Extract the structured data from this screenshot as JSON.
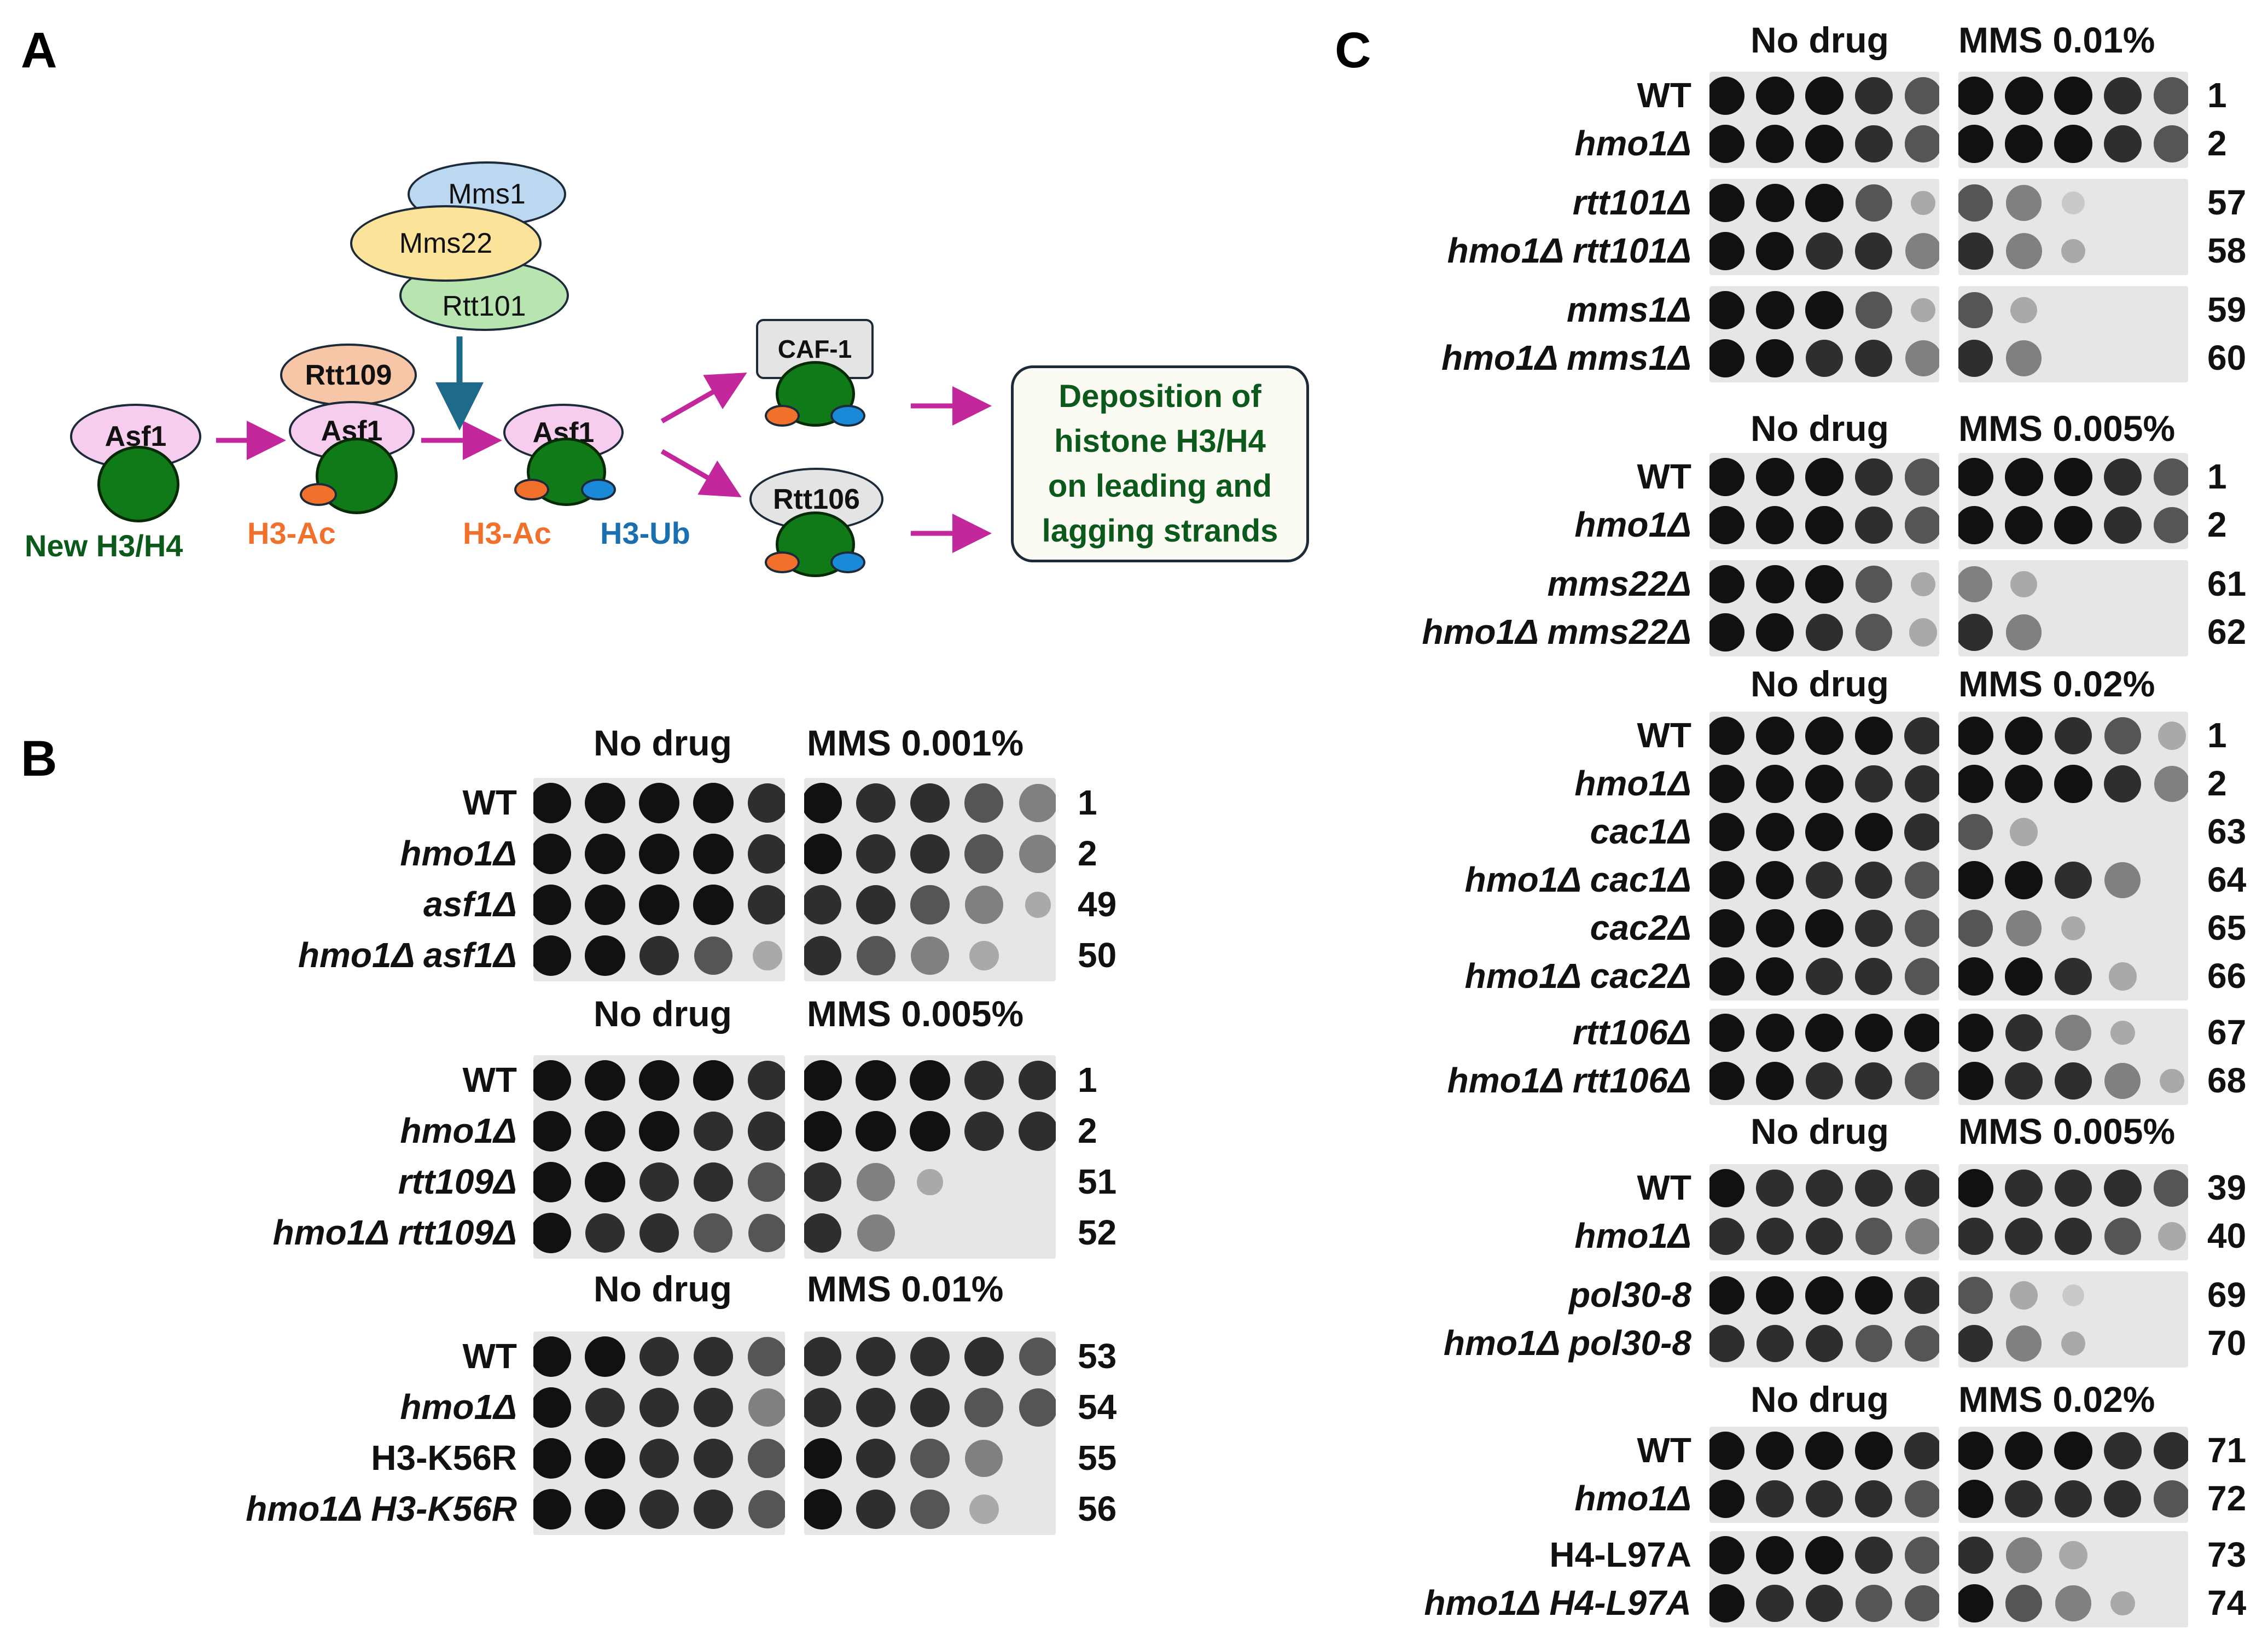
{
  "panels": {
    "a": {
      "label": "A",
      "mms1": "Mms1",
      "mms22": "Mms22",
      "rtt101": "Rtt101",
      "rtt109": "Rtt109",
      "asf1": "Asf1",
      "new_h3h4": "New H3/H4",
      "h3ac": "H3-Ac",
      "h3ub": "H3-Ub",
      "caf1": "CAF-1",
      "rtt106": "Rtt106",
      "deposition": [
        "Deposition of",
        "histone H3/H4",
        "on leading and",
        "lagging strands"
      ],
      "colors": {
        "green": "#0f7a17",
        "magenta": "#c2279c",
        "teal_arrow": "#1e6a8a",
        "orange": "#f0702c",
        "blue": "#1a8ad8"
      }
    },
    "b": {
      "label": "B",
      "blocks": [
        {
          "nodrug": "No drug",
          "mms": "MMS  0.001%",
          "rows": [
            {
              "strain": "WT",
              "italic": false,
              "num": "1",
              "nd": [
                5,
                5,
                5,
                4.5,
                4
              ],
              "dr": [
                4.5,
                4,
                3.5,
                3,
                2
              ]
            },
            {
              "strain": "hmo1Δ",
              "italic": true,
              "num": "2",
              "nd": [
                5,
                5,
                5,
                4.5,
                4
              ],
              "dr": [
                4.5,
                4,
                3.5,
                3,
                2
              ]
            },
            {
              "strain": "asf1Δ",
              "italic": true,
              "num": "49",
              "nd": [
                5,
                5,
                5,
                4.5,
                4
              ],
              "dr": [
                4,
                3.5,
                3,
                2,
                0.5
              ]
            },
            {
              "strain": "hmo1Δ asf1Δ",
              "italic": true,
              "num": "50",
              "nd": [
                5,
                4.5,
                3.5,
                2.5,
                1
              ],
              "dr": [
                4,
                3,
                2,
                1,
                0
              ]
            }
          ]
        },
        {
          "nodrug": "No drug",
          "mms": "MMS 0.005%",
          "rows": [
            {
              "strain": "WT",
              "italic": false,
              "num": "1",
              "nd": [
                5,
                5,
                5,
                4.5,
                4
              ],
              "dr": [
                4.5,
                4.5,
                4.5,
                4,
                3.5
              ]
            },
            {
              "strain": "hmo1Δ",
              "italic": true,
              "num": "2",
              "nd": [
                5,
                5,
                4.5,
                4,
                3.5
              ],
              "dr": [
                5,
                5,
                4.5,
                4,
                3.5
              ]
            },
            {
              "strain": "rtt109Δ",
              "italic": true,
              "num": "51",
              "nd": [
                5,
                4.5,
                4,
                3.5,
                3
              ],
              "dr": [
                4,
                2,
                0.5,
                0,
                0
              ]
            },
            {
              "strain": "hmo1Δ rtt109Δ",
              "italic": true,
              "num": "52",
              "nd": [
                5,
                4,
                3.5,
                3,
                2.5
              ],
              "dr": [
                3.5,
                1.5,
                0,
                0,
                0
              ]
            }
          ]
        },
        {
          "nodrug": "No drug",
          "mms": "MMS 0.01%",
          "rows": [
            {
              "strain": "WT",
              "italic": false,
              "num": "53",
              "nd": [
                4.5,
                4.5,
                4,
                4,
                3
              ],
              "dr": [
                4,
                4,
                4,
                3.5,
                2.5
              ]
            },
            {
              "strain": "hmo1Δ",
              "italic": true,
              "num": "54",
              "nd": [
                4.5,
                4,
                4,
                3.5,
                2
              ],
              "dr": [
                4,
                3.5,
                3.5,
                3,
                2.5
              ]
            },
            {
              "strain": "H3-K56R",
              "italic": false,
              "num": "55",
              "nd": [
                4.5,
                4.5,
                4,
                4,
                3
              ],
              "dr": [
                4.5,
                4,
                3,
                1.5,
                0
              ]
            },
            {
              "strain": "hmo1Δ  H3-K56R",
              "italic": true,
              "num": "56",
              "nd": [
                4.5,
                4.5,
                4,
                3.5,
                2.5
              ],
              "dr": [
                4.5,
                4,
                3,
                1,
                0
              ]
            }
          ]
        }
      ]
    },
    "c": {
      "label": "C",
      "blocks": [
        {
          "nodrug": "No drug",
          "mms": "MMS 0.01%",
          "groups": [
            [
              {
                "strain": "WT",
                "italic": false,
                "num": "1",
                "nd": [
                  5,
                  5,
                  4.5,
                  4,
                  3
                ],
                "dr": [
                  5,
                  5,
                  4.5,
                  4,
                  3
                ]
              },
              {
                "strain": "hmo1Δ",
                "italic": true,
                "num": "2",
                "nd": [
                  5,
                  4.5,
                  4.5,
                  4,
                  3
                ],
                "dr": [
                  5,
                  4.5,
                  4.5,
                  4,
                  3
                ]
              }
            ],
            [
              {
                "strain": "rtt101Δ",
                "italic": true,
                "num": "57",
                "nd": [
                  5,
                  5,
                  4.5,
                  3,
                  0.5
                ],
                "dr": [
                  3,
                  1.5,
                  0.3,
                  0,
                  0
                ]
              },
              {
                "strain": "hmo1Δ  rtt101Δ",
                "italic": true,
                "num": "58",
                "nd": [
                  5,
                  4.5,
                  4,
                  3.5,
                  2
                ],
                "dr": [
                  4,
                  2,
                  0.5,
                  0,
                  0
                ]
              }
            ],
            [
              {
                "strain": "mms1Δ",
                "italic": true,
                "num": "59",
                "nd": [
                  5,
                  5,
                  4.5,
                  3,
                  0.5
                ],
                "dr": [
                  2.5,
                  0.8,
                  0,
                  0,
                  0
                ]
              },
              {
                "strain": "hmo1Δ  mms1Δ",
                "italic": true,
                "num": "60",
                "nd": [
                  5,
                  4.5,
                  4,
                  3.5,
                  2
                ],
                "dr": [
                  3.5,
                  1.5,
                  0,
                  0,
                  0
                ]
              }
            ]
          ]
        },
        {
          "nodrug": "No drug",
          "mms": "MMS 0.005%",
          "groups": [
            [
              {
                "strain": "WT",
                "italic": false,
                "num": "1",
                "nd": [
                  5,
                  5,
                  4.5,
                  4,
                  3
                ],
                "dr": [
                  5,
                  5,
                  4.5,
                  4,
                  3
                ]
              },
              {
                "strain": "hmo1Δ",
                "italic": true,
                "num": "2",
                "nd": [
                  5,
                  4.5,
                  4.5,
                  4,
                  3
                ],
                "dr": [
                  5,
                  4.5,
                  4.5,
                  4,
                  2.5
                ]
              }
            ],
            [
              {
                "strain": "mms22Δ",
                "italic": true,
                "num": "61",
                "nd": [
                  5,
                  5,
                  4.5,
                  3,
                  0.5
                ],
                "dr": [
                  2,
                  0.8,
                  0,
                  0,
                  0
                ]
              },
              {
                "strain": "hmo1Δ  mms22Δ",
                "italic": true,
                "num": "62",
                "nd": [
                  5,
                  4.5,
                  4,
                  3,
                  1
                ],
                "dr": [
                  3.5,
                  1.5,
                  0,
                  0,
                  0
                ]
              }
            ]
          ]
        },
        {
          "nodrug": "No drug",
          "mms": "MMS 0.02%",
          "groups": [
            [
              {
                "strain": "WT",
                "italic": false,
                "num": "1",
                "nd": [
                  5,
                  5,
                  5,
                  4.5,
                  4
                ],
                "dr": [
                  4.5,
                  4.5,
                  4,
                  3,
                  1
                ]
              },
              {
                "strain": "hmo1Δ",
                "italic": true,
                "num": "2",
                "nd": [
                  5,
                  4.5,
                  4.5,
                  4,
                  3.5
                ],
                "dr": [
                  5,
                  4.5,
                  4.5,
                  3.5,
                  1.5
                ]
              },
              {
                "strain": "cac1Δ",
                "italic": true,
                "num": "63",
                "nd": [
                  5,
                  5,
                  5,
                  4.5,
                  4
                ],
                "dr": [
                  2.5,
                  1,
                  0,
                  0,
                  0
                ]
              },
              {
                "strain": "hmo1Δ cac1Δ",
                "italic": true,
                "num": "64",
                "nd": [
                  5,
                  4.5,
                  4,
                  3.5,
                  3
                ],
                "dr": [
                  5,
                  4.5,
                  3.5,
                  2,
                  0
                ]
              },
              {
                "strain": "cac2Δ",
                "italic": true,
                "num": "65",
                "nd": [
                  5,
                  5,
                  4.5,
                  4,
                  3
                ],
                "dr": [
                  3,
                  1.5,
                  0.5,
                  0,
                  0
                ]
              },
              {
                "strain": "hmo1Δ cac2Δ",
                "italic": true,
                "num": "66",
                "nd": [
                  5,
                  4.5,
                  4,
                  3.5,
                  3
                ],
                "dr": [
                  5,
                  4.5,
                  3.5,
                  1,
                  0
                ]
              }
            ],
            [
              {
                "strain": "rtt106Δ",
                "italic": true,
                "num": "67",
                "nd": [
                  5,
                  5,
                  5,
                  4.5,
                  4.5
                ],
                "dr": [
                  4.5,
                  3.5,
                  2,
                  0.5,
                  0
                ]
              },
              {
                "strain": "hmo1Δ rtt106Δ",
                "italic": true,
                "num": "68",
                "nd": [
                  5,
                  4.5,
                  4,
                  3.5,
                  3
                ],
                "dr": [
                  4.5,
                  4,
                  3.5,
                  2,
                  0.5
                ]
              }
            ]
          ]
        },
        {
          "nodrug": "No drug",
          "mms": "MMS 0.005%",
          "groups": [
            [
              {
                "strain": "WT",
                "italic": false,
                "num": "39",
                "nd": [
                  4.5,
                  4,
                  4,
                  4,
                  3.5
                ],
                "dr": [
                  4.5,
                  4,
                  4,
                  4,
                  3
                ]
              },
              {
                "strain": "hmo1Δ",
                "italic": true,
                "num": "40",
                "nd": [
                  4,
                  3.5,
                  3.5,
                  3,
                  1.5
                ],
                "dr": [
                  4,
                  4,
                  3.5,
                  3,
                  1
                ]
              }
            ],
            [
              {
                "strain": "pol30-8",
                "italic": true,
                "num": "69",
                "nd": [
                  4.5,
                  4.5,
                  4.5,
                  4.5,
                  4
                ],
                "dr": [
                  3,
                  1,
                  0.2,
                  0,
                  0
                ]
              },
              {
                "strain": "hmo1Δ  pol30-8",
                "italic": true,
                "num": "70",
                "nd": [
                  4,
                  3.5,
                  3.5,
                  3,
                  2.5
                ],
                "dr": [
                  3.5,
                  1.5,
                  0.5,
                  0,
                  0
                ]
              }
            ]
          ]
        },
        {
          "nodrug": "No drug",
          "mms": "MMS 0.02%",
          "groups": [
            [
              {
                "strain": "WT",
                "italic": false,
                "num": "71",
                "nd": [
                  5,
                  4.5,
                  4.5,
                  4.5,
                  4
                ],
                "dr": [
                  5,
                  4.5,
                  4.5,
                  4,
                  3.5
                ]
              },
              {
                "strain": "hmo1Δ",
                "italic": true,
                "num": "72",
                "nd": [
                  4.5,
                  4,
                  4,
                  3.5,
                  3
                ],
                "dr": [
                  4.5,
                  4,
                  4,
                  3.5,
                  3
                ]
              }
            ],
            [
              {
                "strain": "H4-L97A",
                "italic": false,
                "num": "73",
                "nd": [
                  5,
                  4.5,
                  4.5,
                  4,
                  3
                ],
                "dr": [
                  4,
                  2,
                  1,
                  0,
                  0
                ]
              },
              {
                "strain": "hmo1Δ H4-L97A",
                "italic": true,
                "num": "74",
                "nd": [
                  4.5,
                  4,
                  3.5,
                  3,
                  2.5
                ],
                "dr": [
                  4.5,
                  3,
                  1.5,
                  0.5,
                  0
                ]
              }
            ]
          ]
        }
      ]
    }
  }
}
